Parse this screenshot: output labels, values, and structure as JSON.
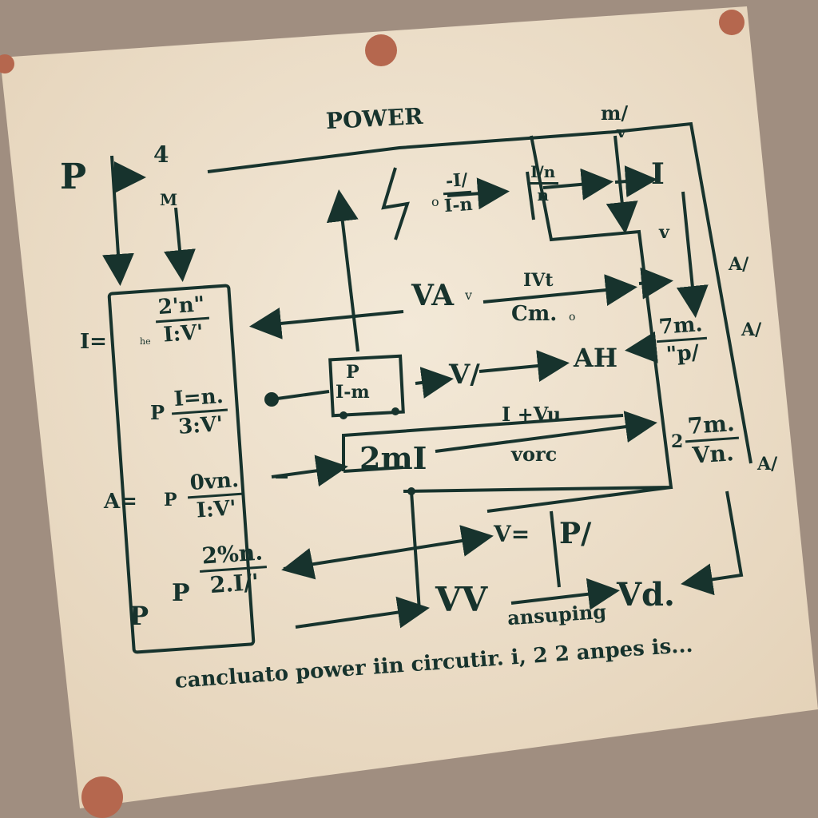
{
  "colors": {
    "paper": "#efe3d0",
    "ink": "#17332d",
    "background": "#a08e80",
    "pin": "#b5674e"
  },
  "diagram": {
    "title": "POWER",
    "top_right_label": "m/",
    "top_right_sub": "v",
    "left_input": "P",
    "top_fraction": {
      "num": "4",
      "den": "M"
    },
    "top_mid_fraction": {
      "num": "-I/",
      "den": "I-n"
    },
    "top_mid_prefix": "o",
    "top_mid_right": {
      "num": "I/n",
      "den": "n"
    },
    "top_right_I": "I",
    "right_v": "v",
    "left_box": {
      "rows": [
        {
          "label": "I=",
          "prefix": "he",
          "num": "2'n\"",
          "den": "I:V'"
        },
        {
          "label": "",
          "prefix": "P",
          "num": "I=n.",
          "den": "3:V'"
        },
        {
          "label": "A=",
          "prefix": "P",
          "num": "0vn.",
          "den": "I:V'"
        },
        {
          "label": "P",
          "prefix": "P",
          "num": "2%n.",
          "den": "2.I/'"
        }
      ]
    },
    "center_box": {
      "num": "P",
      "den": "I-m"
    },
    "center_value": "2mI",
    "va_label": "VA",
    "va_sub": "v",
    "iv_label": "IVt",
    "cm_label": "Cm.",
    "cm_sub": "o",
    "v_label": "V/",
    "ah_label": "AH",
    "ivu_label": "I +Vu",
    "vor_label": "vorc",
    "veq_label": "V=",
    "p_label": "P/",
    "vv_label": "VV",
    "vd_label": "Vd.",
    "ansuping": "ansuping",
    "right_fracs": [
      {
        "num": "7m.",
        "den": "\"p/"
      },
      {
        "num": "7m.",
        "den": "Vn."
      }
    ],
    "right_prefix": "2",
    "right_A_labels": [
      "A/",
      "A/",
      "A/"
    ],
    "caption": "cancluato power iin circutir. i, 2 2 anpes is..."
  }
}
